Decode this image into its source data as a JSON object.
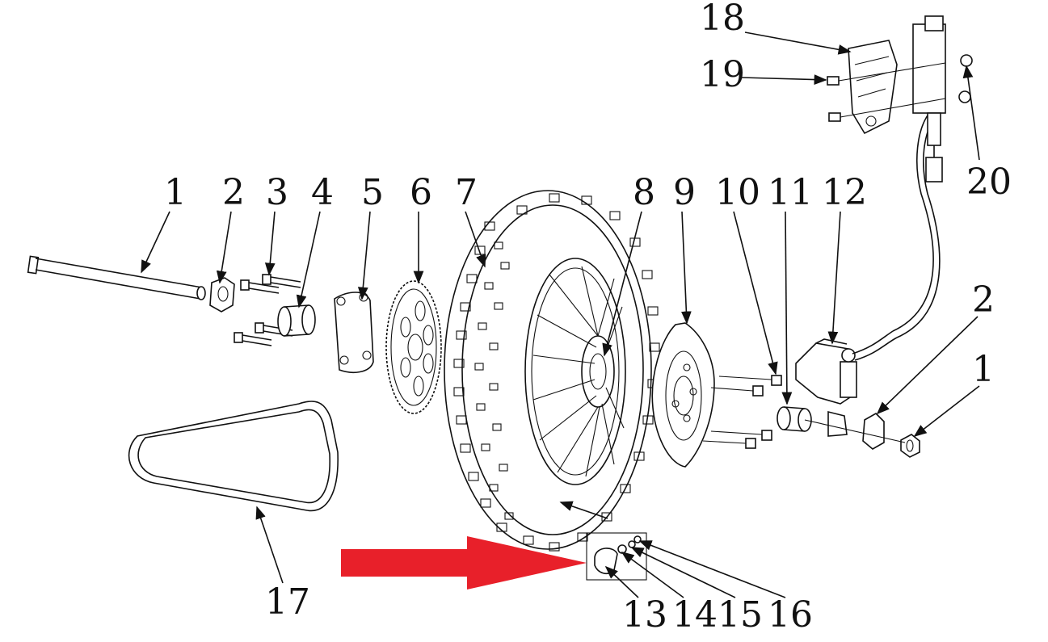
{
  "callouts": {
    "c1": "1",
    "c2": "2",
    "c3": "3",
    "c4": "4",
    "c5": "5",
    "c6": "6",
    "c7": "7",
    "c8": "8",
    "c9": "9",
    "c10": "10",
    "c11": "11",
    "c12": "12",
    "c2b": "2",
    "c1b": "1",
    "c13": "13",
    "c14": "14",
    "c15": "15",
    "c16": "16",
    "c17": "17",
    "c18": "18",
    "c19": "19",
    "c20": "20"
  },
  "colors": {
    "line": "#111111",
    "highlight_arrow": "#e8202a",
    "background": "#ffffff"
  }
}
